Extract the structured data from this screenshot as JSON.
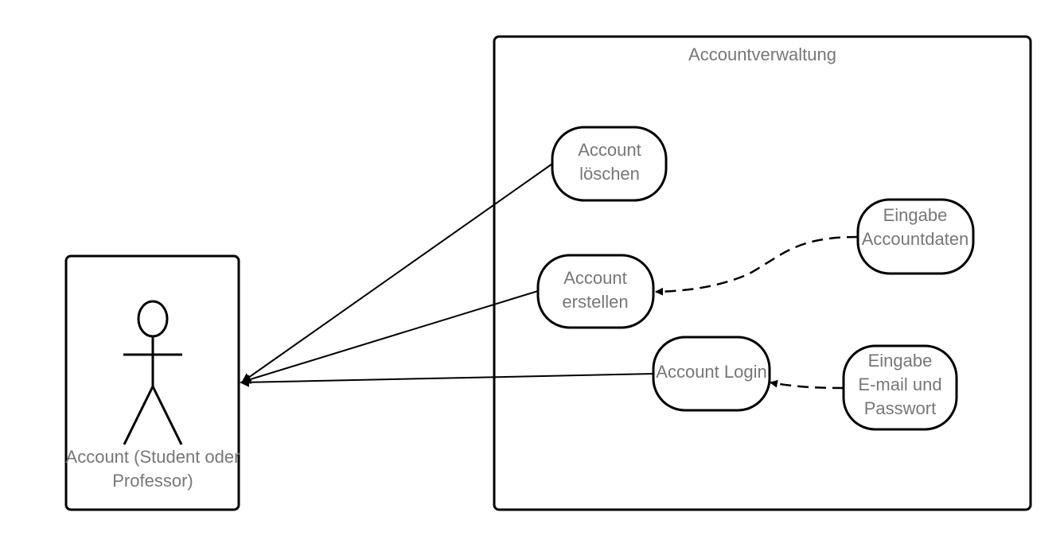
{
  "system": {
    "title": "Accountverwaltung"
  },
  "actor": {
    "name_line1": "Account (Student oder",
    "name_line2": "Professor)"
  },
  "use_cases": {
    "account_loeschen": {
      "line1": "Account",
      "line2": "löschen"
    },
    "account_erstellen": {
      "line1": "Account",
      "line2": "erstellen"
    },
    "account_login": {
      "line1": "Account Login"
    },
    "eingabe_accountdaten": {
      "line1": "Eingabe",
      "line2": "Accountdaten"
    },
    "eingabe_email_passwort": {
      "line1": "Eingabe",
      "line2": "E-mail und",
      "line3": "Passwort"
    }
  },
  "colors": {
    "stroke": "#000000",
    "label": "#777777",
    "background": "#ffffff"
  }
}
